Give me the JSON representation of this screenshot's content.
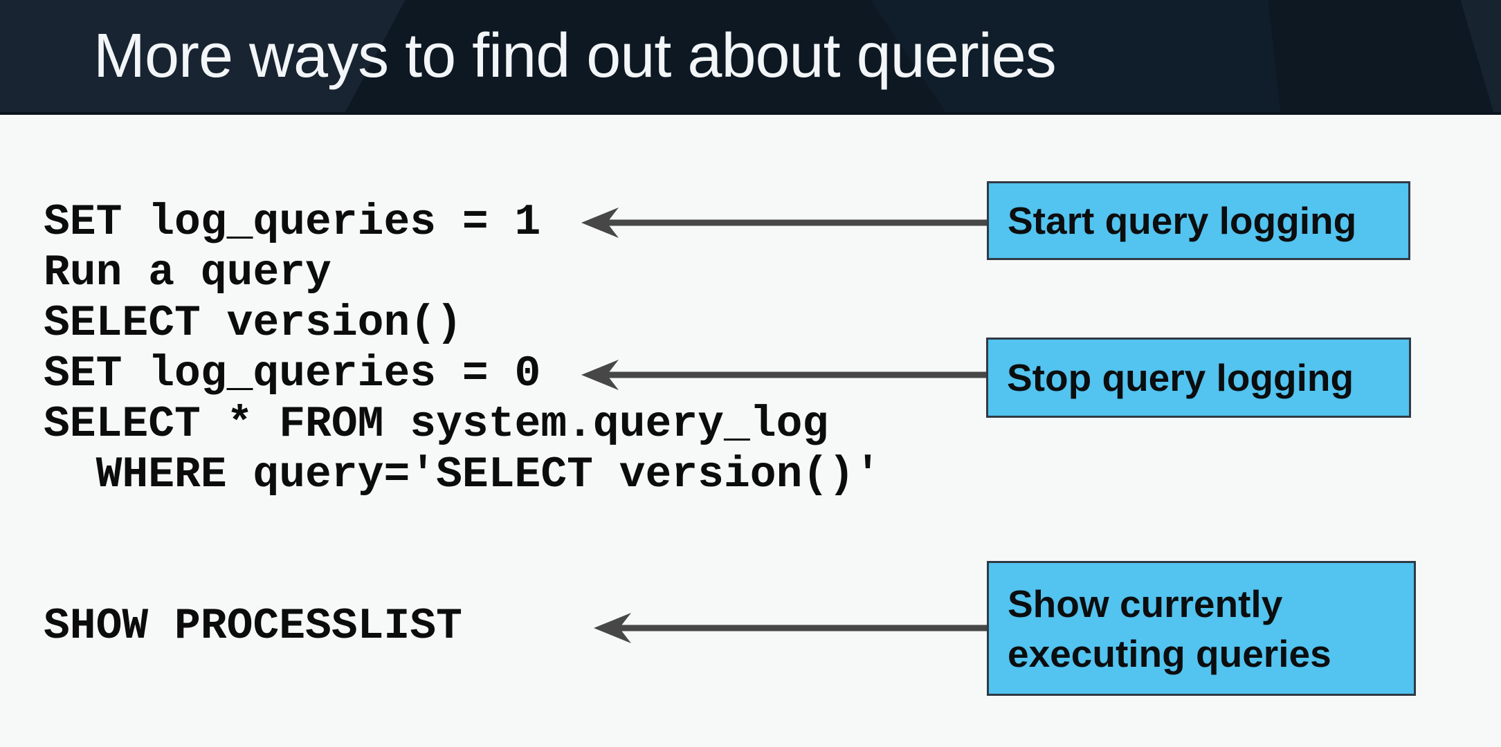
{
  "slide": {
    "title": "More ways to find out about queries",
    "background_color": "#f7f8f8",
    "header_background_color": "#101d2a",
    "title_color": "#f3f6f8"
  },
  "code": {
    "block": "SET log_queries = 1\nRun a query\nSELECT version()\nSET log_queries = 0\nSELECT * FROM system.query_log\n  WHERE query='SELECT version()'\n\n\nSHOW PROCESSLIST",
    "text_color": "#0c0c0c"
  },
  "callouts": {
    "start": {
      "label": "Start query logging"
    },
    "stop": {
      "label": "Stop query logging"
    },
    "processlist": {
      "label": "Show currently\nexecuting queries"
    },
    "fill_color": "#53c3ef",
    "border_color": "#2f3a45",
    "text_color": "#0b0d0e"
  },
  "arrows": {
    "color": "#474747",
    "direction": "left",
    "count": 3
  }
}
